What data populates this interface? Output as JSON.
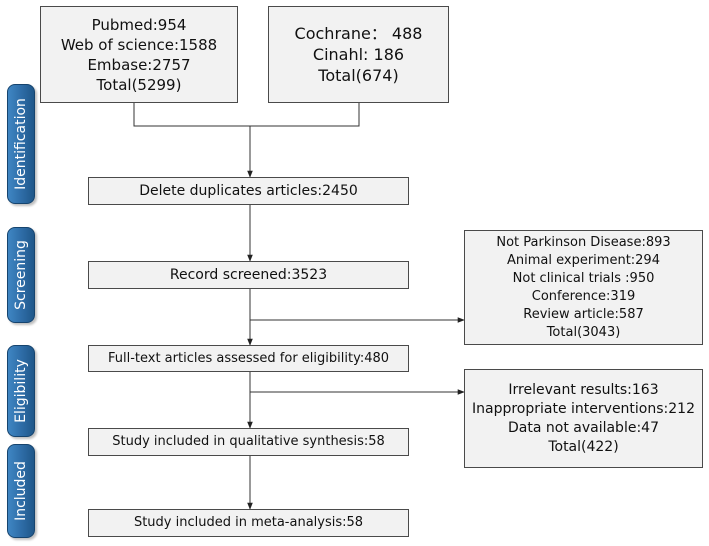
{
  "stages": {
    "identification": "Identification",
    "screening": "Screening",
    "eligibility": "Eligibility",
    "included": "Included"
  },
  "sources": {
    "left": [
      "Pubmed:954",
      "Web of science:1588",
      "Embase:2757",
      "Total(5299)"
    ],
    "right": [
      "Cochrane： 488",
      "Cinahl: 186",
      "Total(674)"
    ]
  },
  "flow": {
    "duplicates": "Delete duplicates articles:2450",
    "screened": "Record screened:3523",
    "fulltext": "Full-text articles assessed for eligibility:480",
    "qualitative": "Study included in qualitative synthesis:58",
    "meta": "Study included in meta-analysis:58"
  },
  "exclusions": {
    "screening": [
      "Not Parkinson Disease:893",
      "Animal experiment:294",
      "Not clinical trials :950",
      "Conference:319",
      "Review article:587",
      "Total(3043)"
    ],
    "eligibility": [
      "Irrelevant results:163",
      "Inappropriate interventions:212",
      "Data not available:47",
      "Total(422)"
    ]
  },
  "colors": {
    "stage_fill": "#2d6ba5",
    "box_fill": "#f2f2f2",
    "border": "#4a4a4a"
  }
}
